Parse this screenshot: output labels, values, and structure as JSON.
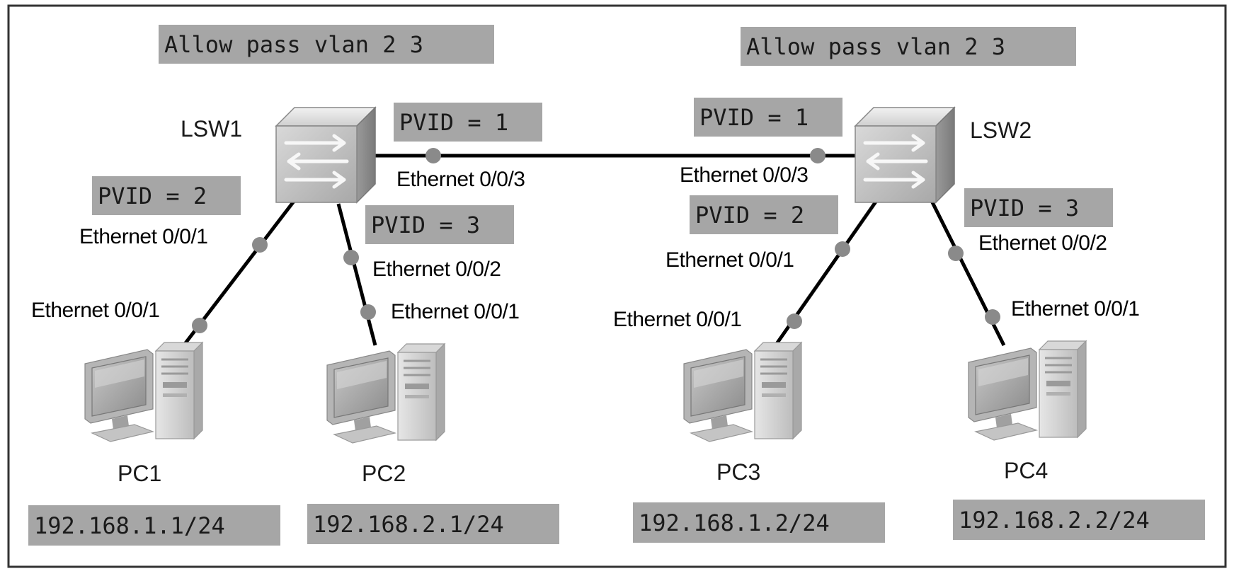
{
  "colors": {
    "tag_background": "#a6a6a6",
    "frame": "#333333",
    "link": "#000000",
    "port_dot": "#8a8a8a"
  },
  "switches": [
    {
      "id": "lsw1",
      "name": "LSW1",
      "icon": "switch-icon",
      "trunk_note": "Allow pass vlan 2 3"
    },
    {
      "id": "lsw2",
      "name": "LSW2",
      "icon": "switch-icon",
      "trunk_note": "Allow pass vlan 2 3"
    }
  ],
  "pcs": [
    {
      "id": "pc1",
      "name": "PC1",
      "icon": "desktop-pc-icon",
      "ip": "192.168.1.1/24"
    },
    {
      "id": "pc2",
      "name": "PC2",
      "icon": "desktop-pc-icon",
      "ip": "192.168.2.1/24"
    },
    {
      "id": "pc3",
      "name": "PC3",
      "icon": "desktop-pc-icon",
      "ip": "192.168.1.2/24"
    },
    {
      "id": "pc4",
      "name": "PC4",
      "icon": "desktop-pc-icon",
      "ip": "192.168.2.2/24"
    }
  ],
  "links": {
    "trunk": {
      "a_port": "Ethernet 0/0/3",
      "a_pvid": "PVID = 1",
      "b_port": "Ethernet 0/0/3",
      "b_pvid": "PVID = 1"
    },
    "lsw1_pc1": {
      "switch_port": "Ethernet 0/0/1",
      "pvid": "PVID = 2",
      "pc_port": "Ethernet 0/0/1"
    },
    "lsw1_pc2": {
      "switch_port": "Ethernet 0/0/2",
      "pvid": "PVID = 3",
      "pc_port": "Ethernet 0/0/1"
    },
    "lsw2_pc3": {
      "switch_port": "Ethernet 0/0/1",
      "pvid": "PVID = 2",
      "pc_port": "Ethernet 0/0/1"
    },
    "lsw2_pc4": {
      "switch_port": "Ethernet 0/0/2",
      "pvid": "PVID = 3",
      "pc_port": "Ethernet 0/0/1"
    }
  }
}
